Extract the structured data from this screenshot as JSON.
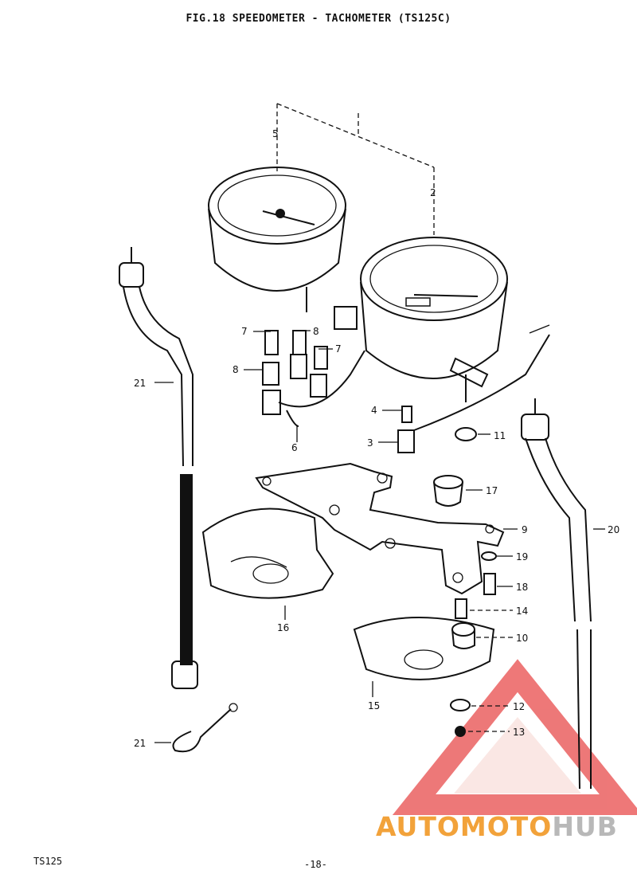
{
  "title": "FIG.18  SPEEDOMETER - TACHOMETER (TS125C)",
  "model": "TS125",
  "page": "-18-",
  "watermark": {
    "part1": "AUTOMOTO",
    "part2": "HUB",
    "color_triangle": "#e84b4b",
    "color_text1": "#f2a23a",
    "color_text2": "#b8b8b8"
  },
  "callouts": {
    "c5": "5",
    "c2": "2",
    "c7a": "7",
    "c8a": "8",
    "c7b": "7",
    "c8b": "8",
    "c6": "6",
    "c21a": "21",
    "c4": "4",
    "c3": "3",
    "c11": "11",
    "c17": "17",
    "c9": "9",
    "c20": "20",
    "c19": "19",
    "c18": "18",
    "c14": "14",
    "c16": "16",
    "c10": "10",
    "c15": "15",
    "c12": "12",
    "c13": "13",
    "c21b": "21"
  }
}
